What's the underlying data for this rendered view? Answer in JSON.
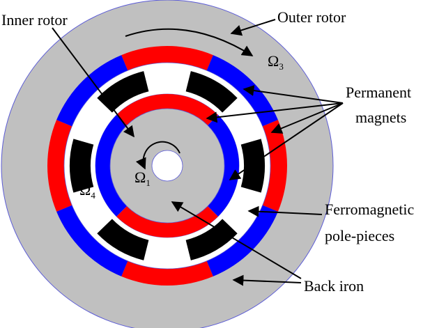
{
  "labels": {
    "inner_rotor": "Inner rotor",
    "outer_rotor": "Outer rotor",
    "permanent_magnets_line1": "Permanent",
    "permanent_magnets_line2": "magnets",
    "ferromagnetic_line1": "Ferromagnetic",
    "ferromagnetic_line2": "pole-pieces",
    "back_iron": "Back iron"
  },
  "speeds": {
    "omega_symbol": "Ω",
    "omega1_sub": "1",
    "omega3_sub": "3",
    "omega4_sub": "4"
  },
  "colors": {
    "back_iron": "#c0c0c0",
    "magnet_north": "#ff0000",
    "magnet_south": "#0000ff",
    "pole_piece": "#000000",
    "air_gap": "#ffffff",
    "outline": "#5c5cd6"
  },
  "rings": {
    "outer_magnet_pole_pairs": 4,
    "inner_magnet_pole_pairs": 2,
    "pole_piece_count": 6
  }
}
